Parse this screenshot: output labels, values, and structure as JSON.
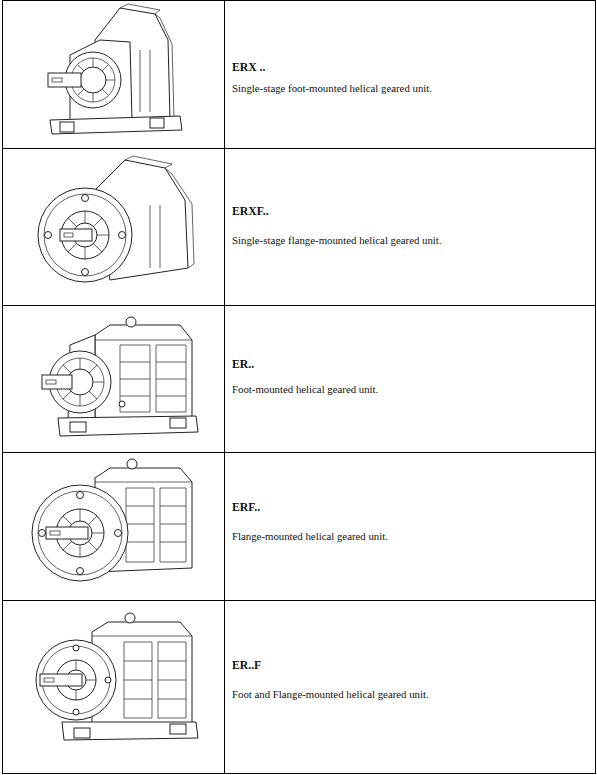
{
  "diagram": {
    "nodes": [
      {
        "text": [
          "ERX ..",
          "Single-stage foot-mounted helical geared unit."
        ]
      },
      {
        "text": [
          "ERXF..",
          "Single-stage flange-mounted helical geared unit."
        ]
      },
      {
        "text": [
          "ER..",
          "Foot-mounted helical geared unit."
        ]
      },
      {
        "text": [
          "ERF..",
          "Flange-mounted helical geared unit."
        ]
      },
      {
        "text": [
          "ER..F",
          "Foot and Flange-mounted helical geared unit."
        ]
      }
    ]
  }
}
